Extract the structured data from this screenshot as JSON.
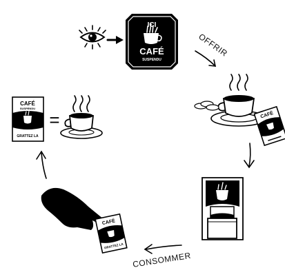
{
  "sign": {
    "top_text": "ICI",
    "title": "CAFÉ",
    "subtitle": "SUSPENDU"
  },
  "card": {
    "title": "CAFÉ",
    "subtitle": "SUSPENDU",
    "footer": "GRATTEZ LA"
  },
  "steps": {
    "offer_label": "OFFRIR",
    "consume_label": "CONSOMMER",
    "equals_symbol": "="
  }
}
